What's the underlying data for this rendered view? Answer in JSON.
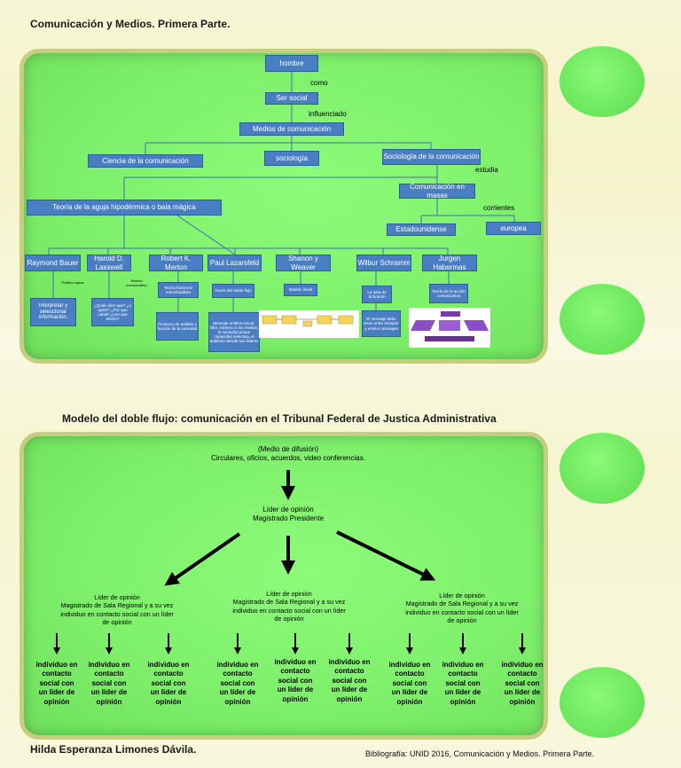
{
  "title_top": "Comunicación y Medios. Primera Parte.",
  "title_bottom": "Modelo del doble flujo: comunicación en el Tribunal Federal de Justica Administrativa",
  "footer_author": "Hilda Esperanza Limones Dávila.",
  "footer_biblio": "Bibliografía: UNID 2016, Comunicación y Medios. Primera Parte.",
  "concept": {
    "hombre": "hombre",
    "como": "como",
    "ser_social": "Ser social",
    "influenciado": "influenciado",
    "medios": "Medios de comunicación",
    "ciencia": "Ciencia de la comunicación",
    "sociologia": "sociología",
    "sociologia_com": "Sociología de la comunicación",
    "estudia": "estudia",
    "com_masas": "Comunicación en masas",
    "corrientes": "corrientes",
    "estadounidense": "Estadounidense",
    "europea": "europea",
    "teoria_aguja": "Teoría de la aguja hipodérmica o bala mágica",
    "authors": [
      "Raymond Bauer",
      "Harold D. Lasswell",
      "Robert K. Merton",
      "Paul Lazarsfeld",
      "Shanon y Weaver",
      "Wilbur Schramm",
      "Jurgen Habermas"
    ],
    "small_labels": [
      "Público capaz",
      "Modelo comunicativo"
    ],
    "sub_boxes": [
      "Interpretar y seleccionar información.",
      "¿Quién dice qué? ¿a quién? ¿Por que canal? ¿con que efecto?",
      "Teoría funcional estructuralista",
      "Producto de análisis y función de la sociedad",
      "Teoría del doble flujo",
      "Mensaje unidireccional, líder, extremo a los medios, la sociedad posee capacidad selectiva, el auditorio decide sus líderes",
      "Modelo lineal",
      "La tuba de Schramm",
      "El mensaje debe tener entre receptor y emisor mensajes",
      "Teoría de la acción comunicativa"
    ]
  },
  "flow": {
    "medio_line1": "(Medio de difusión)",
    "medio_line2": "Circulares, oficios, acuerdos, video conferencias.",
    "lider_line1": "Líder de opinión",
    "lider_line2": "Magistrado Presidente",
    "regional": [
      {
        "l1": "Líder de opinión",
        "l2": "Magistrado de Sala Regional y a su vez",
        "l3": "individuo en contacto social con un líder",
        "l4": "de opinión"
      },
      {
        "l1": "Líder de opinión",
        "l2": "Magistrado de Sala Regional y a su vez",
        "l3": "individuo en contacto social con un líder",
        "l4": "de opinión"
      },
      {
        "l1": "Líder de opinión",
        "l2": "Magistrado de Sala Regional y a su vez",
        "l3": "individuo en contacto social con un líder",
        "l4": "de opinión"
      }
    ],
    "individuo_lines": [
      "individuo en",
      "contacto",
      "social con",
      "un líder de",
      "opinión"
    ]
  }
}
